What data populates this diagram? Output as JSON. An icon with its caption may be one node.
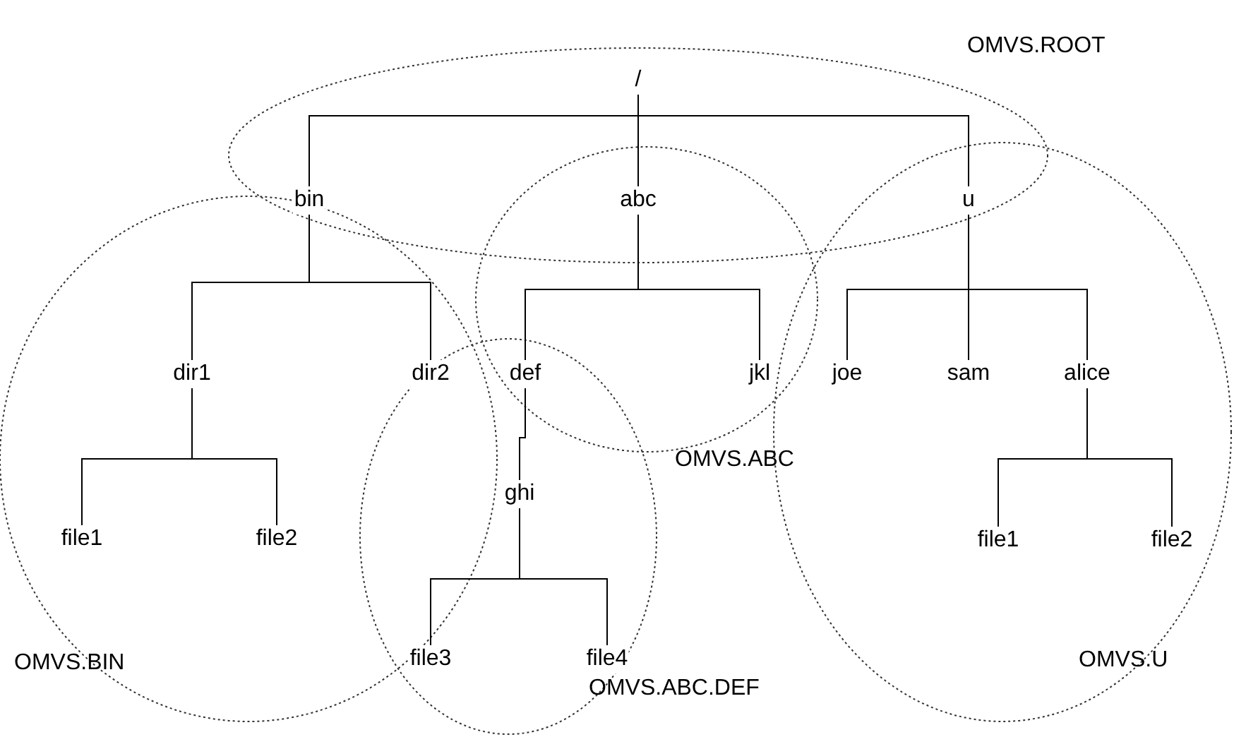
{
  "diagram": {
    "nodes": [
      {
        "text": [
          "/"
        ]
      },
      {
        "text": [
          "bin"
        ]
      },
      {
        "text": [
          "abc"
        ]
      },
      {
        "text": [
          "u"
        ]
      },
      {
        "text": [
          "dir1"
        ]
      },
      {
        "text": [
          "dir2"
        ]
      },
      {
        "text": [
          "def"
        ]
      },
      {
        "text": [
          "jkl"
        ]
      },
      {
        "text": [
          "joe"
        ]
      },
      {
        "text": [
          "sam"
        ]
      },
      {
        "text": [
          "alice"
        ]
      },
      {
        "text": [
          "file1"
        ]
      },
      {
        "text": [
          "file2"
        ]
      },
      {
        "text": [
          "ghi"
        ]
      },
      {
        "text": [
          "file1"
        ]
      },
      {
        "text": [
          "file2"
        ]
      },
      {
        "text": [
          "file3"
        ]
      },
      {
        "text": [
          "file4"
        ]
      }
    ],
    "edges": [
      {
        "from": 0,
        "to": 1,
        "arrow": "none"
      },
      {
        "from": 0,
        "to": 2,
        "arrow": "none"
      },
      {
        "from": 0,
        "to": 3,
        "arrow": "none"
      },
      {
        "from": 1,
        "to": 4,
        "arrow": "none"
      },
      {
        "from": 1,
        "to": 5,
        "arrow": "none"
      },
      {
        "from": 2,
        "to": 6,
        "arrow": "none"
      },
      {
        "from": 2,
        "to": 7,
        "arrow": "none"
      },
      {
        "from": 3,
        "to": 8,
        "arrow": "none"
      },
      {
        "from": 3,
        "to": 9,
        "arrow": "none"
      },
      {
        "from": 3,
        "to": 10,
        "arrow": "none"
      },
      {
        "from": 4,
        "to": 11,
        "arrow": "none"
      },
      {
        "from": 4,
        "to": 12,
        "arrow": "none"
      },
      {
        "from": 6,
        "to": 13,
        "arrow": "none"
      },
      {
        "from": 10,
        "to": 14,
        "arrow": "none"
      },
      {
        "from": 10,
        "to": 15,
        "arrow": "none"
      },
      {
        "from": 13,
        "to": 16,
        "arrow": "none"
      },
      {
        "from": 13,
        "to": 17,
        "arrow": "none"
      }
    ],
    "labels": [
      "OMVS.ROOT",
      "OMVS.ABC",
      "OMVS.BIN",
      "OMVS.U",
      "OMVS.ABC.DEF"
    ]
  }
}
